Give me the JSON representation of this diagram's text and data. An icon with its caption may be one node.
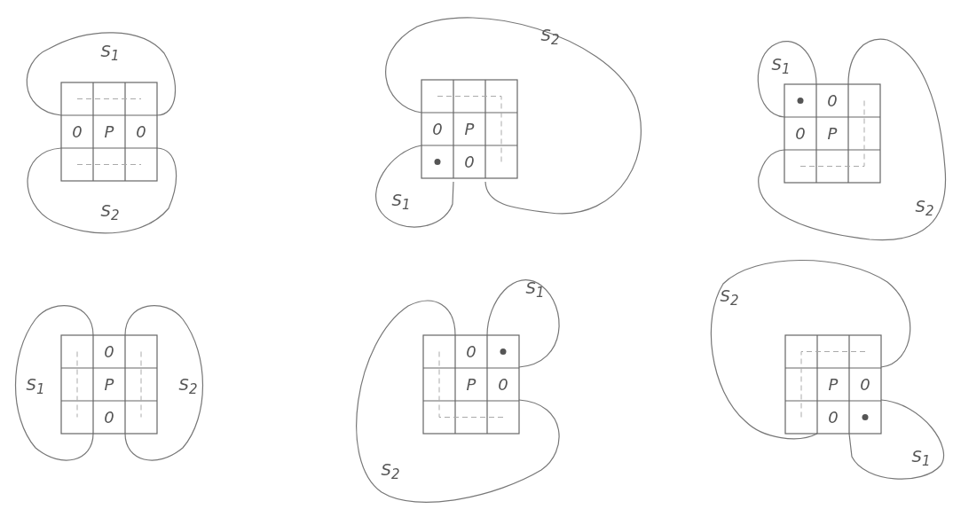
{
  "diagram": {
    "labels": [
      "S$_{1}$",
      "0",
      "P",
      "0",
      "S$_{2}$",
      "S$_{2}$",
      "0",
      "P",
      "0",
      "S$_{1}$",
      "S$_{1}$",
      "0",
      "0",
      "P",
      "S$_{2}$",
      "0",
      "S$_{1}$",
      "P",
      "S$_{2}$",
      "0",
      "S$_{1}$",
      "0",
      "P",
      "0",
      "S$_{2}$",
      "S$_{2}$",
      "P",
      "0",
      "0",
      "S$_{1}$"
    ]
  }
}
